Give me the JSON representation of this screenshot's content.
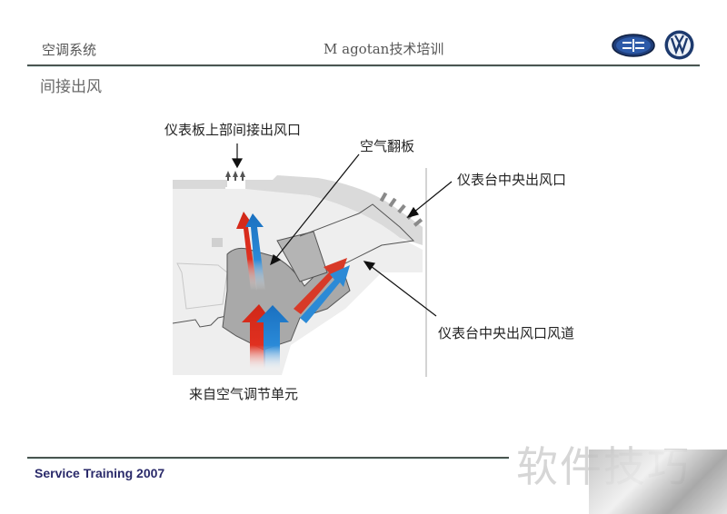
{
  "header": {
    "section": "空调系统",
    "title": "M agotan技术培训",
    "logos": [
      "faw-logo",
      "vw-logo"
    ]
  },
  "subtitle": "间接出风",
  "diagram": {
    "labels": {
      "upper_indirect_vent": "仪表板上部间接出风口",
      "air_flap": "空气翻板",
      "center_vent": "仪表台中央出风口",
      "center_vent_duct": "仪表台中央出风口风道",
      "from_ac_unit": "来自空气调节单元"
    },
    "colors": {
      "warm_air": "#e03020",
      "cold_air": "#2a8ad8",
      "housing": "#a8a8a8",
      "dashboard": "#e8e8e8"
    }
  },
  "footer": {
    "text": "Service Training  2007",
    "watermark": "软件技巧"
  }
}
